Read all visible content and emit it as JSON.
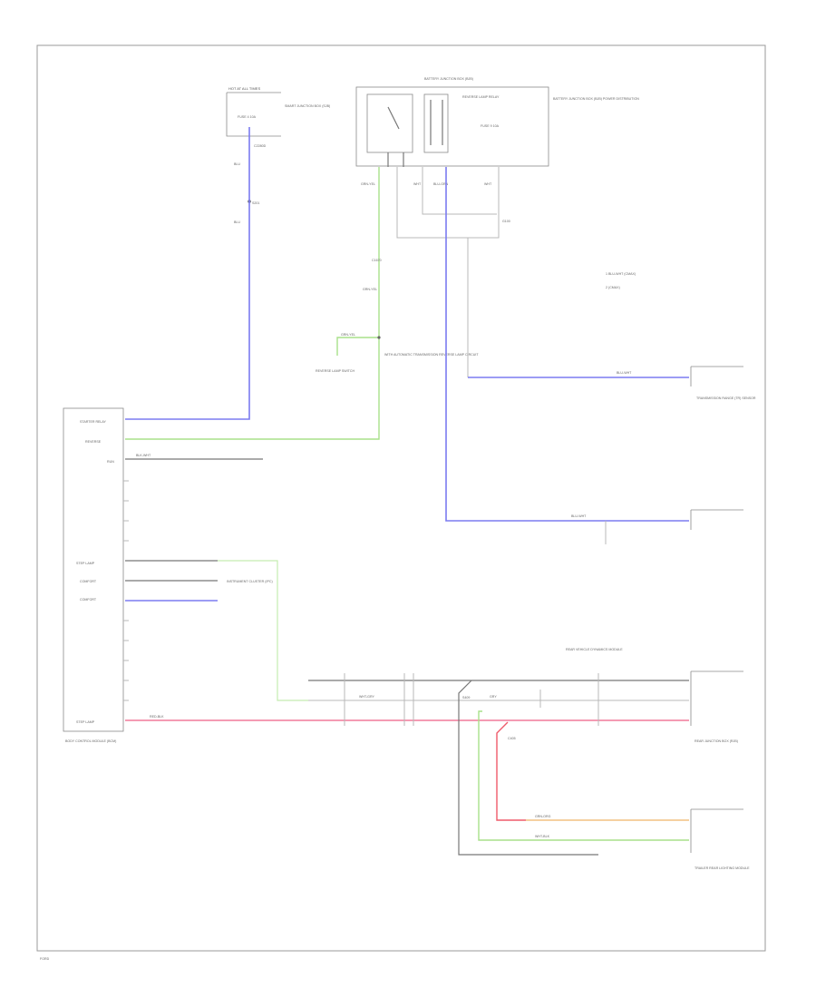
{
  "labels": {
    "hot_at_all_times_left": "HOT AT ALL TIMES",
    "fuse_left": "FUSE 4 10A",
    "smart_junction_box_left": "SMART JUNCTION BOX (SJB)",
    "c2280d": "C2280D",
    "blu_top": "BLU",
    "s201": "S201",
    "blu_mid": "BLU",
    "bjb_title": "BATTERY JUNCTION BOX (BJB)",
    "bjb_right": "BATTERY JUNCTION BOX (BJB) POWER DISTRIBUTION",
    "reverse_lamp_relay": "REVERSE LAMP RELAY",
    "fuse_right": "FUSE 9 10A",
    "wire_grn_yel": "GRN-YEL",
    "wire_wht": "WHT",
    "wire_blu_grn": "BLU-GRN",
    "wire_wht2": "WHT",
    "g100": "G100",
    "c1670": "C1670",
    "grn_yel_mid": "GRN-YEL",
    "grn_yel_left": "GRN-YEL",
    "reverse_lamp_switch": "REVERSE LAMP SWITCH",
    "note_text": "WITH AUTOMATIC TRANSMISSION REVERSE LAMP CIRCUIT",
    "legend_1": "1  BLU-WHT (CMAX)",
    "legend_2": "2  (CMAX)",
    "trans_range_sensor": "TRANSMISSION RANGE (TR) SENSOR",
    "bcm_label_1": "STARTER RELAY",
    "bcm_label_2": "REVERSE",
    "bcm_label_3": "RUN",
    "bcm_label_4": "STEP LAMP",
    "bcm_label_5": "COMFORT",
    "bcm_label_6": "COMFORT",
    "bcm_label_7": "STEP LAMP",
    "bcm_name": "BODY CONTROL MODULE (BCM)",
    "cluster": "INSTRUMENT CLUSTER (IPC)",
    "rear_box_name": "REAR JUNCTION BOX (RJB)",
    "rear_vehicle": "REAR VEHICLE DYNAMICS MODULE",
    "rear_lamp": "TRAILER REAR LIGHTING MODULE",
    "s409": "S409",
    "c405": "C405",
    "footer": "FORD",
    "wire_blu_wht_a": "BLU-WHT",
    "wire_blu_wht_b": "BLU-WHT",
    "wire_grn_org": "GRN-ORG",
    "wire_red_blk": "RED-BLK",
    "wire_wht_gry": "WHT-GRY",
    "wire_blk_wht": "BLK-WHT",
    "wire_gry": "GRY",
    "wire_wht_blk": "WHT-BLK"
  },
  "colors": {
    "blue_wire": "#7b7bf0",
    "green_wire": "#a9e08a",
    "pink_wire": "#f07a9a",
    "red_wire": "#ef5a6a",
    "orange_wire": "#f2c080"
  }
}
